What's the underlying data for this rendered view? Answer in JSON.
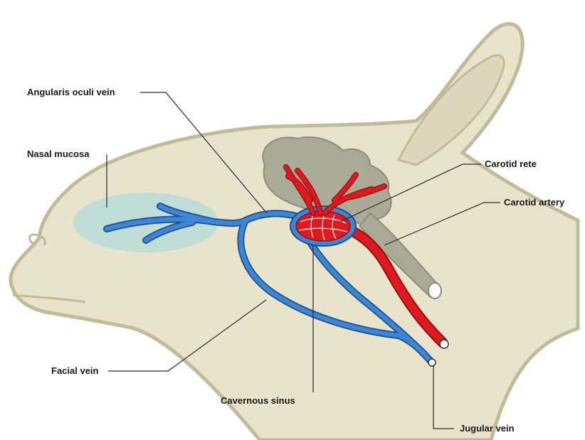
{
  "labels": {
    "angularis_oculi_vein": "Angularis oculi vein",
    "nasal_mucosa": "Nasal mucosa",
    "carotid_rete": "Carotid rete",
    "carotid_artery": "Carotid artery",
    "facial_vein": "Facial vein",
    "cavernous_sinus": "Cavernous sinus",
    "jugular_vein": "Jugular vein"
  },
  "colors": {
    "head_fill": "#e8e4cc",
    "head_outline": "#c2bb98",
    "ear_inner": "#ddd8bd",
    "brain_fill": "#a9ab97",
    "brain_outline": "#8c8e7b",
    "mucosa_fill": "#b8dcd8",
    "vein": "#3b86d6",
    "vein_outline": "#1f4f86",
    "artery": "#e0191e",
    "artery_outline": "#8f1013"
  }
}
